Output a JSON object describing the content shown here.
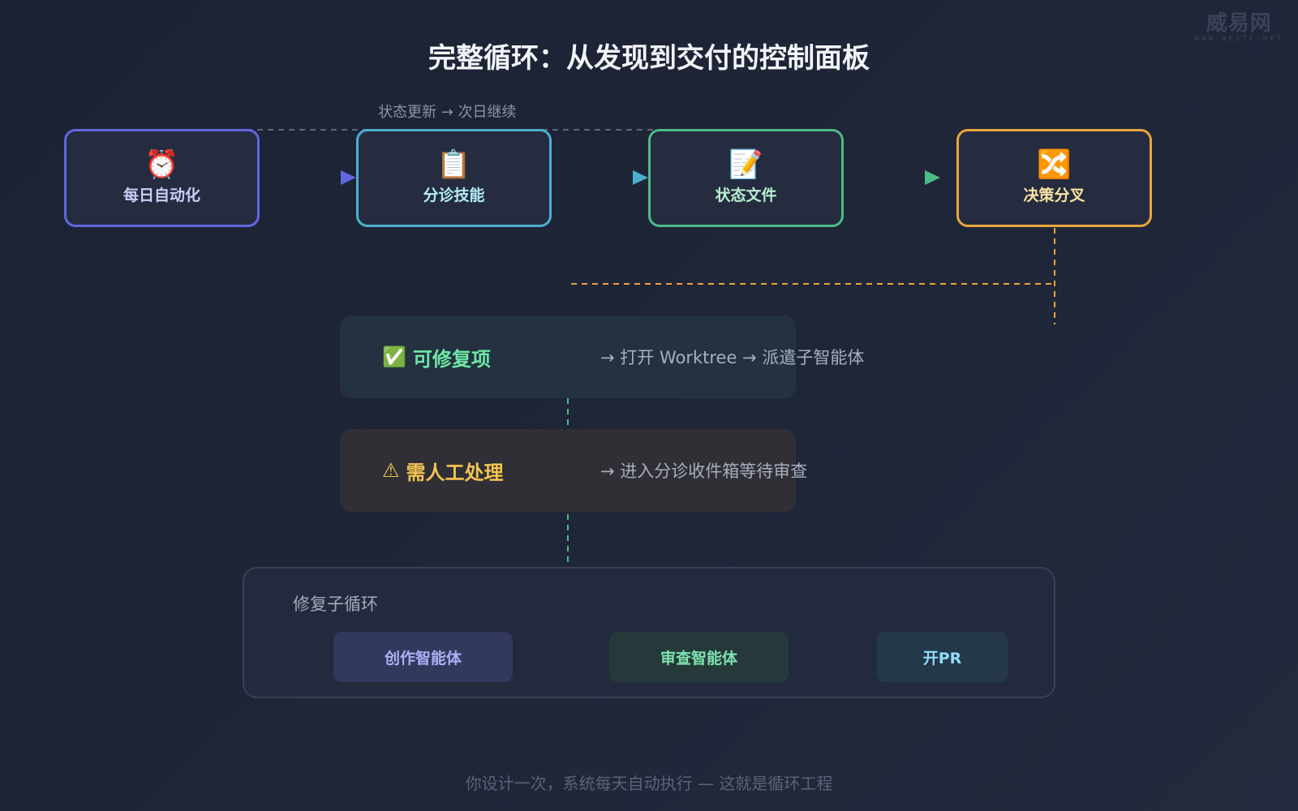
{
  "title": "完整循环：从发现到交付的控制面板",
  "watermark": {
    "brand": "威易网",
    "url": "WWW.WESTE.NET"
  },
  "loop_label": "状态更新 → 次日继续",
  "nodes": [
    {
      "icon": "⏰",
      "icon_name": "alarm-clock-icon",
      "label": "每日自动化",
      "color": "#6366e0"
    },
    {
      "icon": "📋",
      "icon_name": "clipboard-icon",
      "label": "分诊技能",
      "color": "#4ab0cf"
    },
    {
      "icon": "📝",
      "icon_name": "memo-icon",
      "label": "状态文件",
      "color": "#4cbb85"
    },
    {
      "icon": "🔀",
      "icon_name": "shuffle-icon",
      "label": "决策分叉",
      "color": "#eba53c"
    }
  ],
  "outcomes": {
    "fixable": {
      "icon": "✅",
      "icon_name": "check-mark-icon",
      "label": "可修复项",
      "desc": "→ 打开 Worktree → 派遣子智能体",
      "color": "#6ee7a4"
    },
    "manual": {
      "icon": "⚠",
      "icon_name": "warning-icon",
      "label": "需人工处理",
      "desc": "→ 进入分诊收件箱等待审查",
      "color": "#f5c451"
    }
  },
  "subloop": {
    "title": "修复子循环",
    "steps": [
      "创作智能体",
      "审查智能体",
      "开PR"
    ]
  },
  "footer": "你设计一次，系统每天自动执行 — 这就是循环工程"
}
